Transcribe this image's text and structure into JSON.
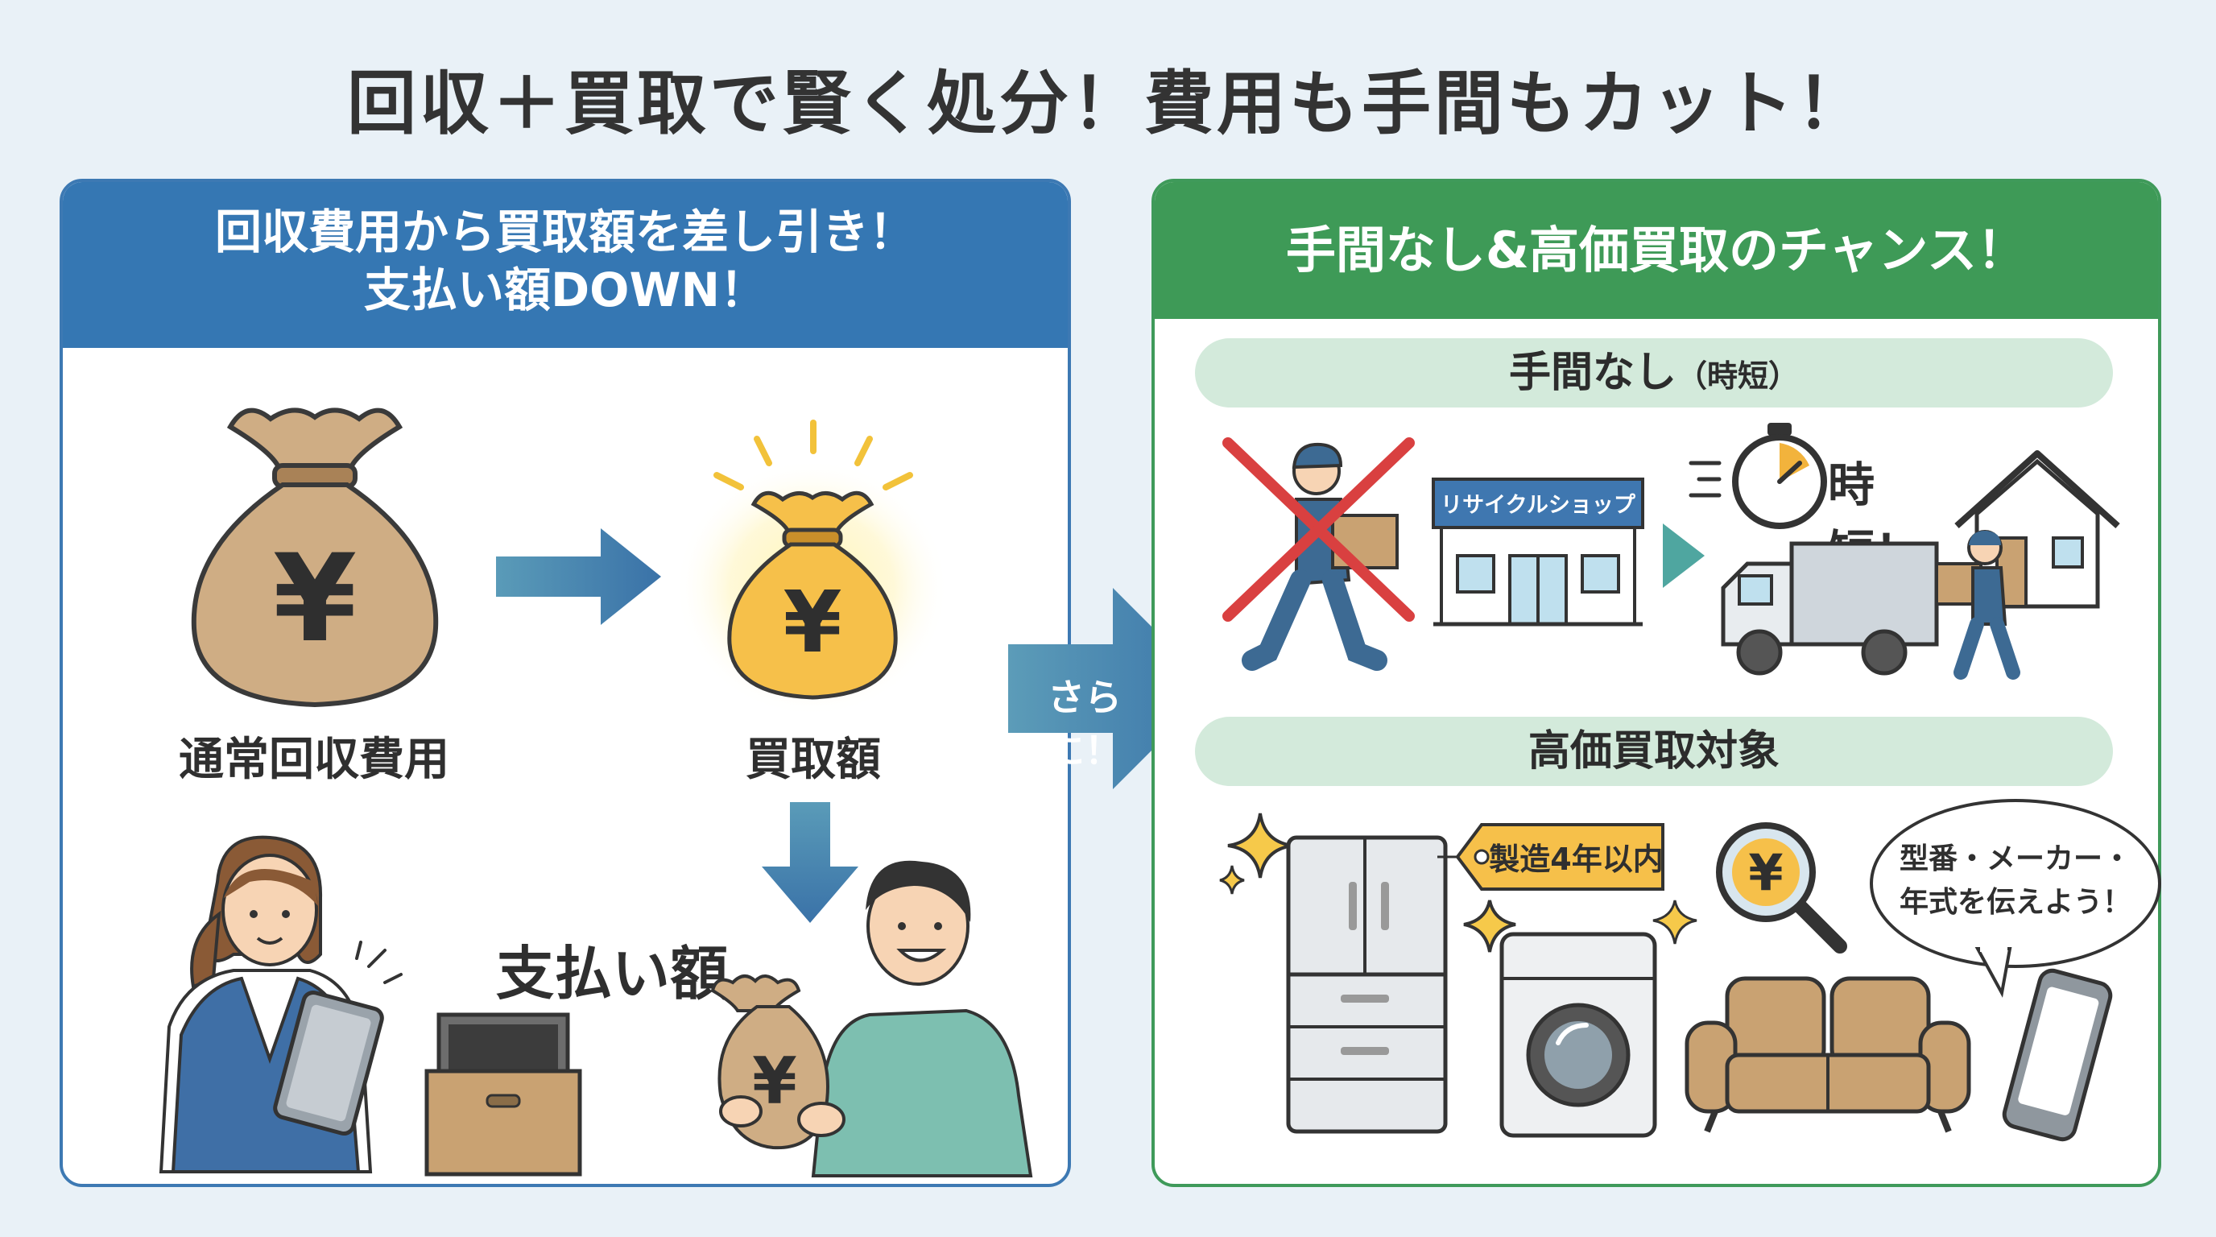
{
  "title": "回収＋買取で賢く処分！費用も手間もカット！",
  "left_panel": {
    "header_line1": "回収費用から買取額を差し引き！",
    "header_line2": "支払い額DOWN！",
    "bag_normal_label": "通常回収費用",
    "bag_buy_label": "買取額",
    "pay_label": "支払い額",
    "yen_symbol": "¥"
  },
  "connector": {
    "label": "さらに！"
  },
  "right_panel": {
    "header": "手間なし&高価買取のチャンス！",
    "section1_title": "手間なし",
    "section1_sub": "（時短）",
    "shop_sign": "リサイクルショップ",
    "jitan_label": "時短！",
    "section2_title": "高価買取対象",
    "tag_label": "製造4年以内",
    "bubble_line1": "型番・メーカー・",
    "bubble_line2": "年式を伝えよう！"
  },
  "colors": {
    "left_accent": "#3577b3",
    "right_accent": "#3e9a57",
    "arrow": "#3d7aa8",
    "bag_brown": "#cfad84",
    "bag_gold": "#f6c04a"
  }
}
